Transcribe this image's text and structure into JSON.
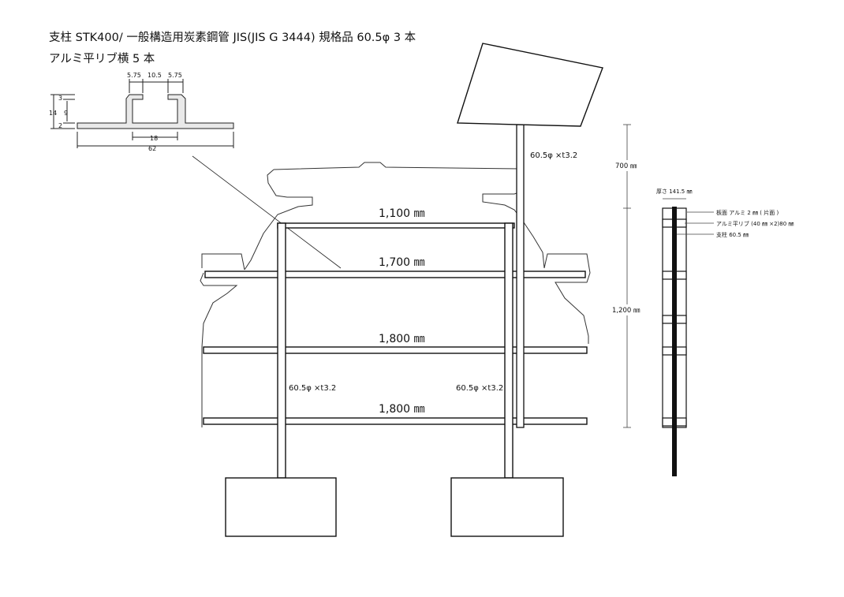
{
  "header": {
    "line1": "支柱 STK400/ 一般構造用炭素鋼管 JIS(JIS G 3444) 規格品 60.5φ 3 本",
    "line2": "アルミ平リブ横 5 本"
  },
  "profile": {
    "dim_a": "5.75",
    "dim_b": "10.5",
    "dim_c": "5.75",
    "dim_h3": "3",
    "dim_h14": "14",
    "dim_h9": "9",
    "dim_h2": "2",
    "dim_18": "18",
    "dim_62": "62"
  },
  "front": {
    "pole_upper_label": "60.5φ ×t3.2",
    "bar1_label": "1,100 ㎜",
    "bar2_label": "1,700 ㎜",
    "bar3_label": "1,800 ㎜",
    "bar4_label": "1,800 ㎜",
    "pole_left_label": "60.5φ ×t3.2",
    "pole_right_label": "60.5φ ×t3.2"
  },
  "side": {
    "height_700": "700 ㎜",
    "height_1200": "1,200 ㎜",
    "thickness": "厚さ 141.5 ㎜",
    "note_board": "板面 アルミ 2 ㎜ ( 片面 )",
    "note_rib": "アルミ平リブ (40 ㎜ ×2)80 ㎜",
    "note_pole": "支柱 60.5 ㎜"
  }
}
